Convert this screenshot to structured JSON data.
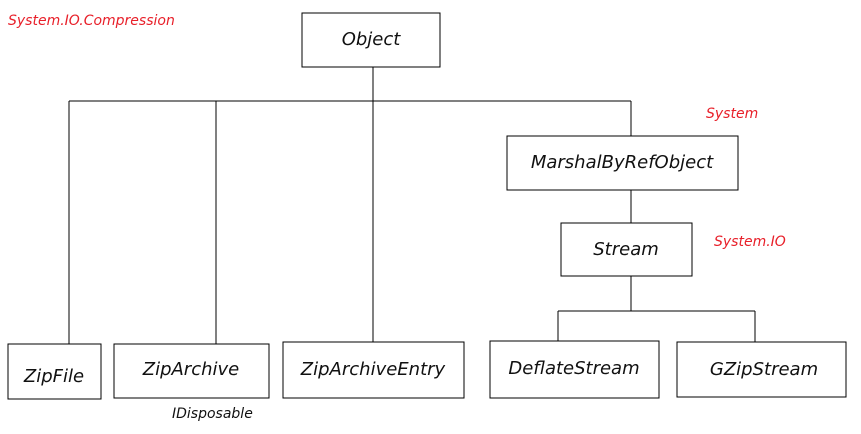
{
  "colors": {
    "namespace": "#e8202a",
    "line": "#000000",
    "text": "#111111"
  },
  "namespaces": {
    "compression": "System.IO.Compression",
    "system": "System",
    "io": "System.IO"
  },
  "classes": {
    "object": "Object",
    "marshal": "MarshalByRefObject",
    "stream": "Stream",
    "zipfile": "ZipFile",
    "ziparchive": "ZipArchive",
    "ziparchiveentry": "ZipArchiveEntry",
    "deflatestream": "DeflateStream",
    "gzipstream": "GZipStream"
  },
  "interfaces": {
    "ziparchive": "IDisposable"
  }
}
